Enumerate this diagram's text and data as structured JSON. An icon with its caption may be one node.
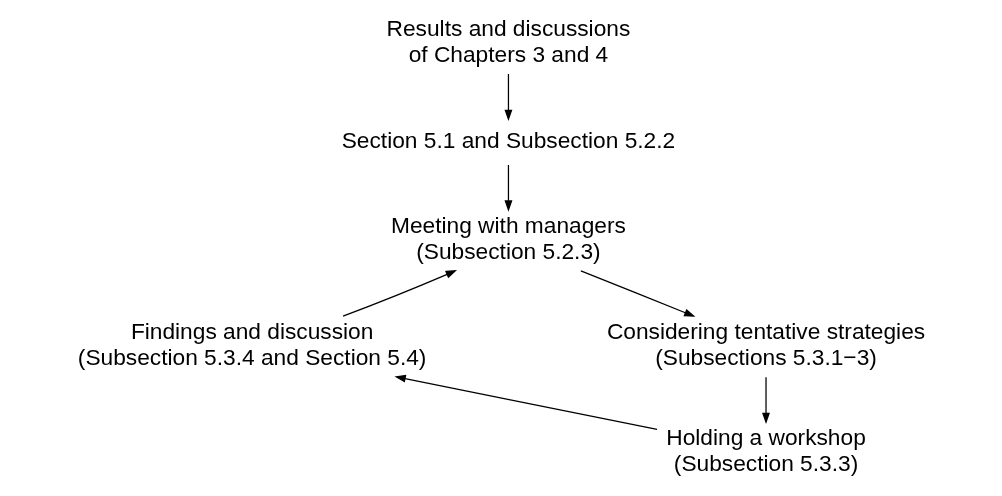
{
  "diagram": {
    "nodes": [
      {
        "text": [
          "Results and discussions of Chapters 3 and 4"
        ]
      },
      {
        "text": [
          "Section 5.1 and Subsection 5.2.2"
        ]
      },
      {
        "text": [
          "Meeting with managers (Subsection 5.2.3)"
        ]
      },
      {
        "text": [
          "Findings and discussion (Subsection 5.3.4 and Section 5.4)"
        ]
      },
      {
        "text": [
          "Considering tentative strategies (Subsections 5.3.1−3)"
        ]
      },
      {
        "text": [
          "Holding a workshop (Subsection 5.3.3)"
        ]
      }
    ],
    "edges": [
      {
        "from": 0,
        "to": 1,
        "arrow": "to"
      },
      {
        "from": 1,
        "to": 2,
        "arrow": "to"
      },
      {
        "from": 2,
        "to": 4,
        "arrow": "to"
      },
      {
        "from": 4,
        "to": 5,
        "arrow": "to"
      },
      {
        "from": 5,
        "to": 3,
        "arrow": "to"
      },
      {
        "from": 3,
        "to": 2,
        "arrow": "to"
      }
    ]
  }
}
